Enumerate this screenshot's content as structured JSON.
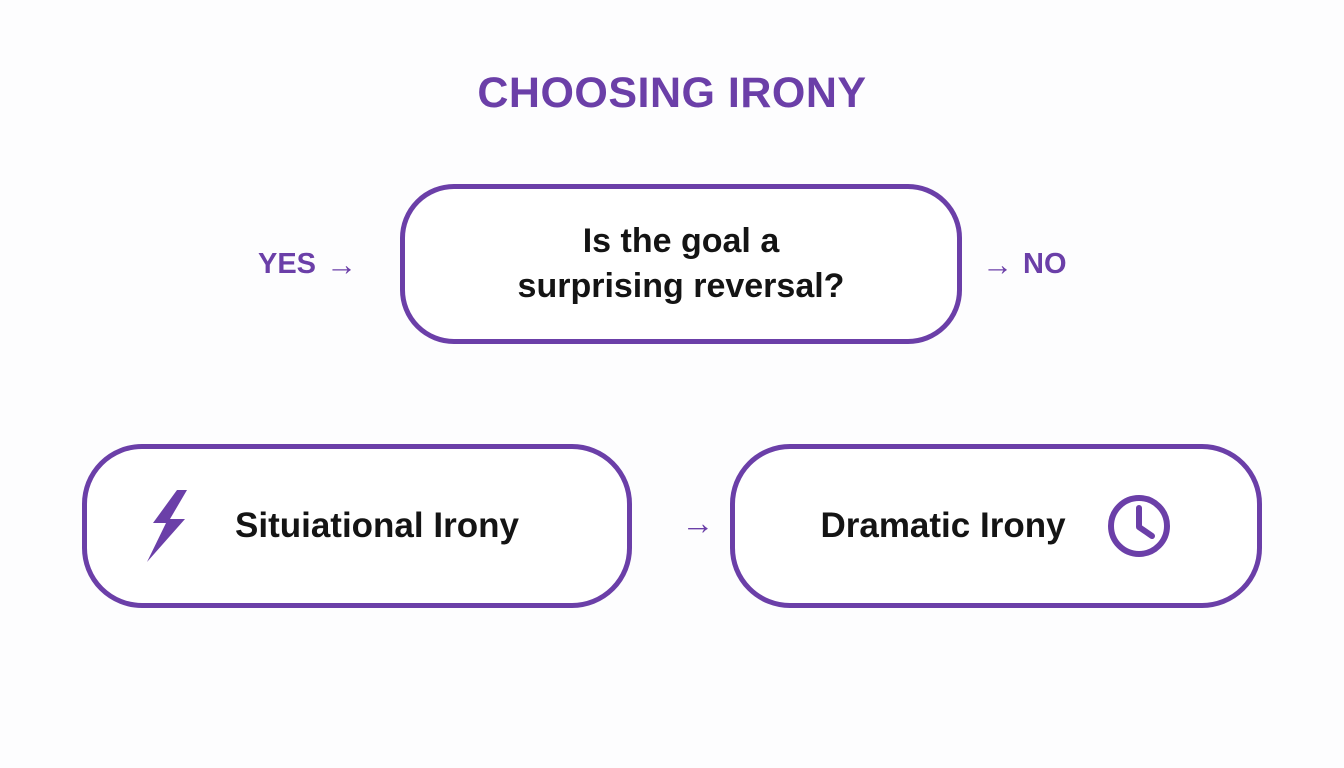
{
  "diagram": {
    "title": "CHOOSING IRONY",
    "accent_color": "#6B3FA8",
    "text_color": "#141414",
    "background_color": "#FDFDFE",
    "nodes": {
      "decision": {
        "line1": "Is the goal a",
        "line2": "surprising reversal?"
      },
      "situational": {
        "label": "Situiational Irony",
        "icon": "lightning-bolt-icon"
      },
      "dramatic": {
        "label": "Dramatic Irony",
        "icon": "clock-icon"
      }
    },
    "edges": {
      "yes": {
        "label": "YES",
        "arrow": "→"
      },
      "no": {
        "label": "NO",
        "arrow": "→"
      },
      "middle": {
        "arrow": "→"
      }
    }
  }
}
